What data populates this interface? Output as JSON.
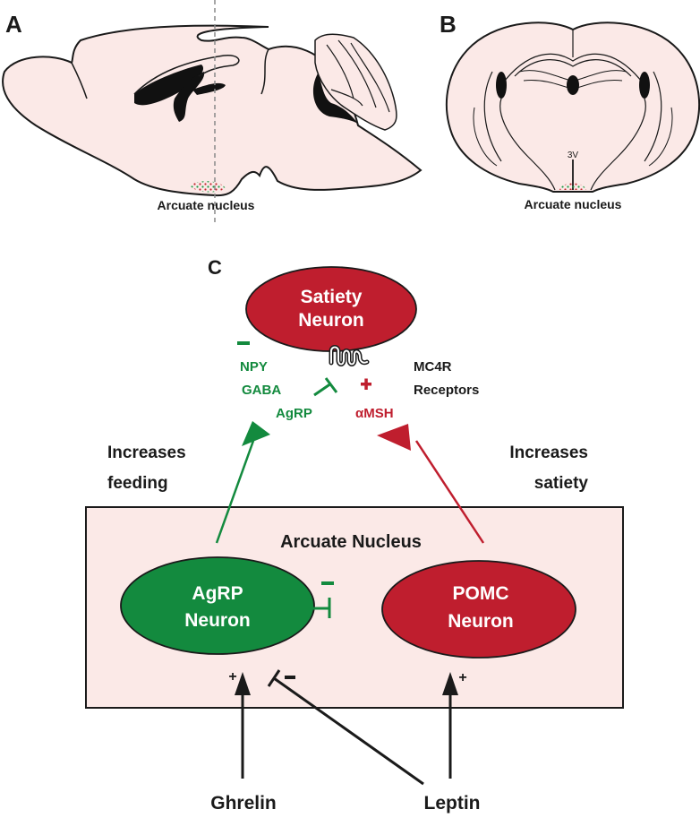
{
  "panels": {
    "a": {
      "letter": "A",
      "caption": "Arcuate nucleus"
    },
    "b": {
      "letter": "B",
      "caption": "Arcuate nucleus",
      "ventricle_label": "3V"
    },
    "c": {
      "letter": "C",
      "satiety_neuron": {
        "line1": "Satiety",
        "line2": "Neuron"
      },
      "inhibitory_sign": "–",
      "npy": "NPY",
      "gaba": "GABA",
      "agrp_peptide": "AgRP",
      "excitatory_sign": "+",
      "amsh": "αMSH",
      "mc4r_line1": "MC4R",
      "mc4r_line2": "Receptors",
      "left_effect": {
        "line1": "Increases",
        "line2": "feeding"
      },
      "right_effect": {
        "line1": "Increases",
        "line2": "satiety"
      },
      "nucleus_title": "Arcuate Nucleus",
      "agrp_neuron": {
        "line1": "AgRP",
        "line2": "Neuron"
      },
      "pomc_neuron": {
        "line1": "POMC",
        "line2": "Neuron"
      },
      "agrp_pomc_sign": "–",
      "ghrelin_sign": "+",
      "leptin_agrp_sign": "–",
      "leptin_pomc_sign": "+",
      "ghrelin": "Ghrelin",
      "leptin": "Leptin"
    }
  },
  "colors": {
    "green": "#138a3e",
    "red": "#bf1e2e",
    "tissue": "#fbe9e7",
    "ink": "#1a1a1a"
  }
}
